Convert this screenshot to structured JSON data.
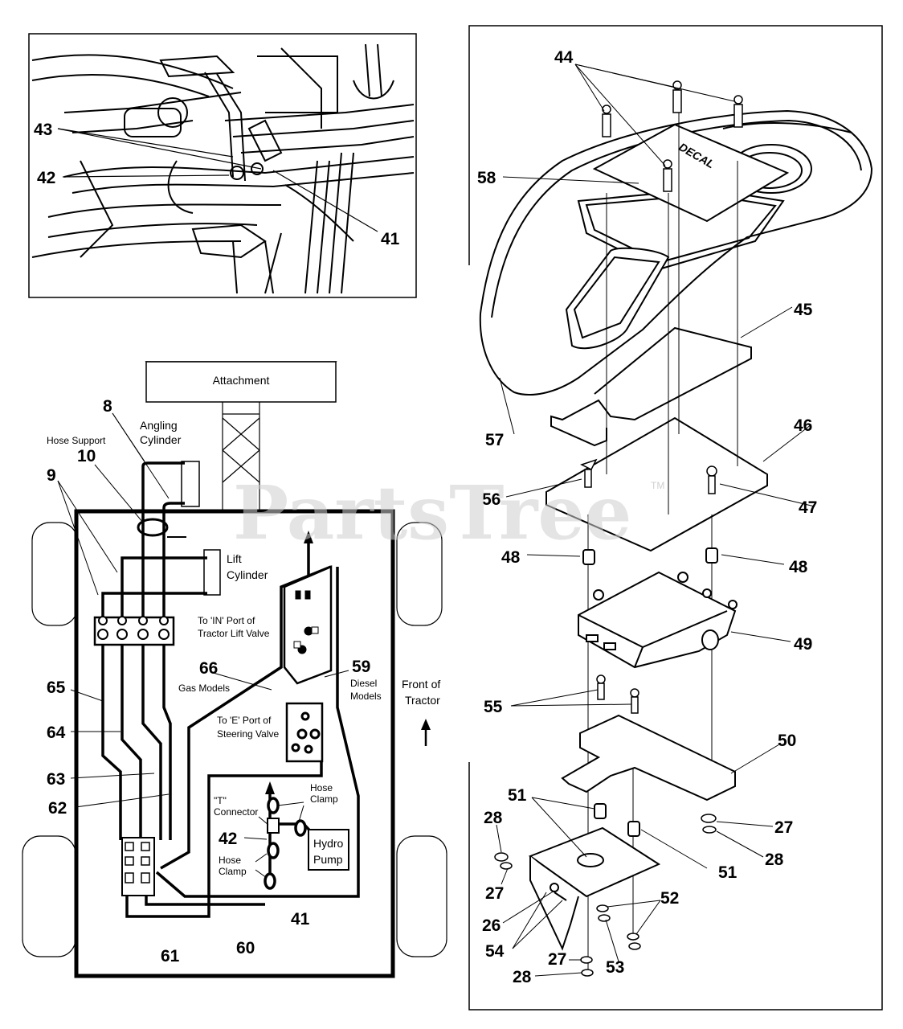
{
  "watermark": {
    "text": "PartsTree",
    "tm": "TM"
  },
  "photo_callouts": [
    "43",
    "42",
    "41"
  ],
  "schematic": {
    "labels": {
      "attachment": "Attachment",
      "hose_support": "Hose Support",
      "angling_cylinder_1": "Angling",
      "angling_cylinder_2": "Cylinder",
      "lift_cylinder_1": "Lift",
      "lift_cylinder_2": "Cylinder",
      "in_port_1": "To 'IN' Port of",
      "in_port_2": "Tractor Lift Valve",
      "gas_models": "Gas Models",
      "diesel_models_1": "Diesel",
      "diesel_models_2": "Models",
      "e_port_1": "To 'E' Port of",
      "e_port_2": "Steering Valve",
      "t_connector_1": "\"T\"",
      "t_connector_2": "Connector",
      "hose_clamp_top_1": "Hose",
      "hose_clamp_top_2": "Clamp",
      "hose_clamp_bottom_1": "Hose",
      "hose_clamp_bottom_2": "Clamp",
      "hydro_pump_1": "Hydro",
      "hydro_pump_2": "Pump",
      "front_1": "Front of",
      "front_2": "Tractor"
    },
    "callouts": {
      "c8": "8",
      "c10": "10",
      "c9": "9",
      "c65": "65",
      "c64": "64",
      "c63": "63",
      "c62": "62",
      "c66": "66",
      "c59": "59",
      "c42": "42",
      "c61": "61",
      "c60": "60",
      "c41": "41"
    }
  },
  "exploded": {
    "decal": "DECAL",
    "callouts": {
      "c44": "44",
      "c58": "58",
      "c45": "45",
      "c57": "57",
      "c46": "46",
      "c56": "56",
      "c47": "47",
      "c48a": "48",
      "c48b": "48",
      "c49": "49",
      "c55": "55",
      "c50": "50",
      "c51a": "51",
      "c51b": "51",
      "c28a": "28",
      "c27a": "27",
      "c28b": "28",
      "c27b": "27",
      "c26": "26",
      "c52": "52",
      "c54": "54",
      "c27c": "27",
      "c53": "53",
      "c28c": "28"
    }
  }
}
